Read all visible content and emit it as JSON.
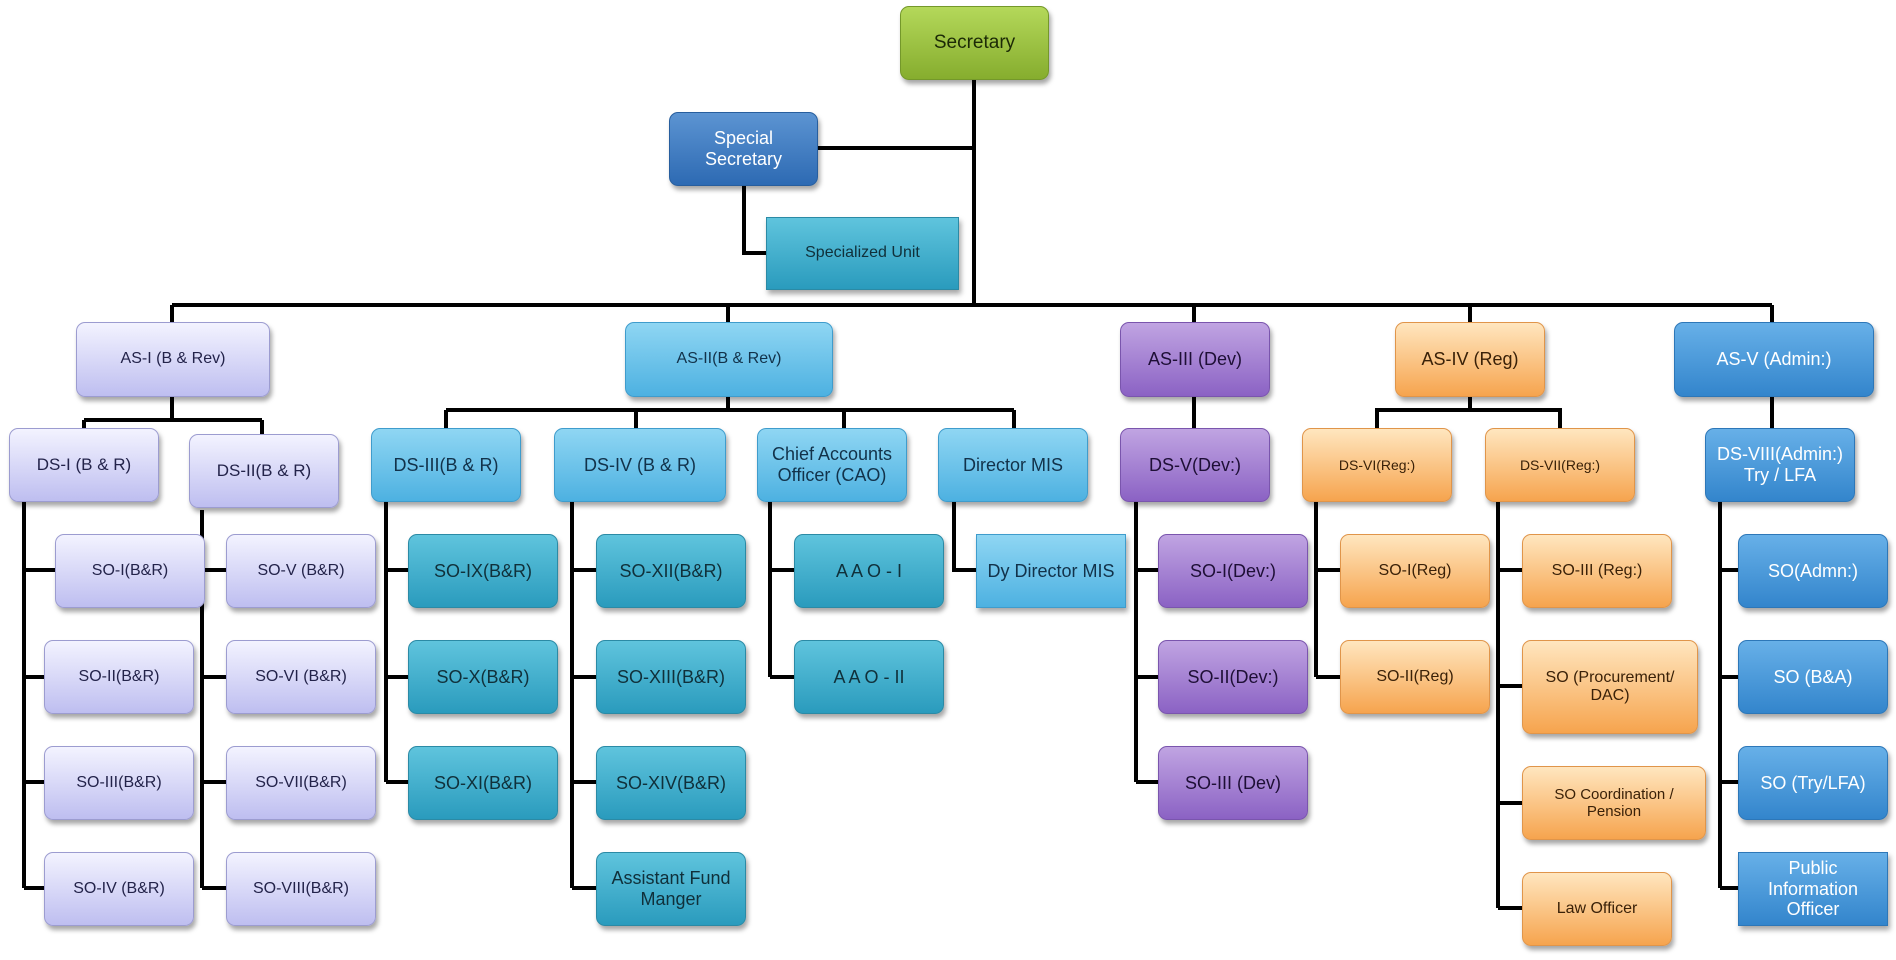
{
  "org_chart": {
    "root": "Secretary",
    "special_secretary": "Special Secretary",
    "specialized_unit": "Specialized Unit",
    "as1": {
      "title": "AS-I (B & Rev)",
      "ds1": {
        "title": "DS-I (B & R)",
        "sos": [
          "SO-I(B&R)",
          "SO-II(B&R)",
          "SO-III(B&R)",
          "SO-IV (B&R)"
        ]
      },
      "ds2": {
        "title": "DS-II(B & R)",
        "sos": [
          "SO-V (B&R)",
          "SO-VI (B&R)",
          "SO-VII(B&R)",
          "SO-VIII(B&R)"
        ]
      }
    },
    "as2": {
      "title": "AS-II(B & Rev)",
      "ds3": {
        "title": "DS-III(B & R)",
        "sos": [
          "SO-IX(B&R)",
          "SO-X(B&R)",
          "SO-XI(B&R)"
        ]
      },
      "ds4": {
        "title": "DS-IV (B & R)",
        "sos": [
          "SO-XII(B&R)",
          "SO-XIII(B&R)",
          "SO-XIV(B&R)",
          "Assistant Fund Manger"
        ]
      },
      "cao": {
        "title": "Chief Accounts Officer (CAO)",
        "sos": [
          "A A O - I",
          "A A O - II"
        ]
      },
      "mis": {
        "title": "Director MIS",
        "sos": [
          "Dy Director MIS"
        ]
      }
    },
    "as3": {
      "title": "AS-III (Dev)",
      "ds5": {
        "title": "DS-V(Dev:)",
        "sos": [
          "SO-I(Dev:)",
          "SO-II(Dev:)",
          "SO-III (Dev)"
        ]
      }
    },
    "as4": {
      "title": "AS-IV (Reg)",
      "ds6": {
        "title": "DS-VI(Reg:)",
        "sos": [
          "SO-I(Reg)",
          "SO-II(Reg)"
        ]
      },
      "ds7": {
        "title": "DS-VII(Reg:)",
        "sos": [
          "SO-III (Reg:)",
          "SO (Procurement/ DAC)",
          "SO Coordination / Pension",
          "Law Officer"
        ]
      }
    },
    "as5": {
      "title": "AS-V (Admin:)",
      "ds8": {
        "title": "DS-VIII(Admin:) Try / LFA",
        "sos": [
          "SO(Admn:)",
          "SO (B&A)",
          "SO  (Try/LFA)",
          "Public Information Officer"
        ]
      }
    }
  },
  "colors": {
    "green": "#a0c846",
    "blue": "#3b78c2",
    "teal": "#3aaed0",
    "lavender": "#d6d6f8",
    "sky": "#6cc4ec",
    "purple": "#a07ed6",
    "orange": "#fbbf7a",
    "medium_blue": "#4a9ddc",
    "line": "#000000"
  }
}
